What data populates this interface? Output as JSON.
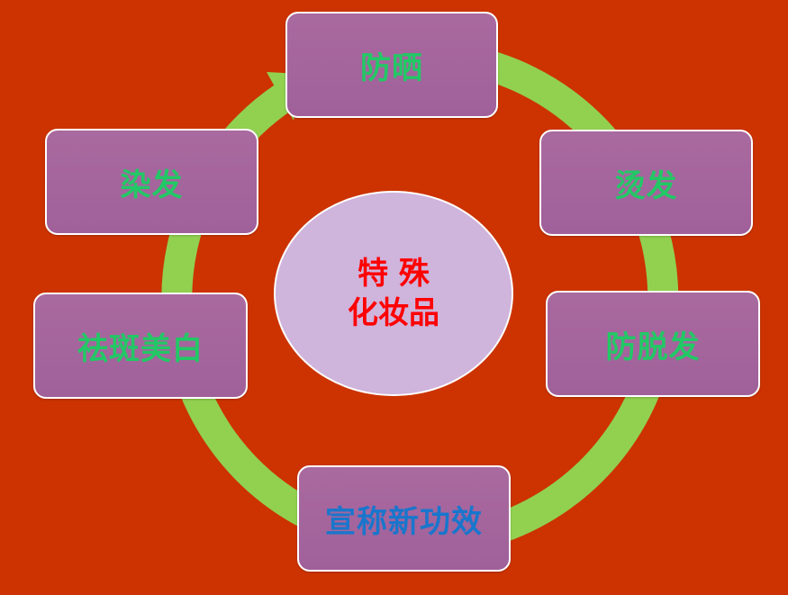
{
  "diagram": {
    "center": {
      "line1": "特 殊",
      "line2": "化妆品"
    },
    "nodes": [
      {
        "id": "sunscreen",
        "label": "防晒"
      },
      {
        "id": "perm",
        "label": "烫发"
      },
      {
        "id": "anti-hairloss",
        "label": "防脱发"
      },
      {
        "id": "new-efficacy",
        "label": "宣称新功效"
      },
      {
        "id": "whitening",
        "label": "祛斑美白"
      },
      {
        "id": "hair-dye",
        "label": "染发"
      }
    ]
  },
  "colors": {
    "background": "#cc3300",
    "ring": "#92d050",
    "box_fill": "#a5649d",
    "box_text": "#22c865",
    "box_text_highlight": "#1976cc",
    "center_fill": "#cfb4dc",
    "center_text": "#ff0000"
  }
}
